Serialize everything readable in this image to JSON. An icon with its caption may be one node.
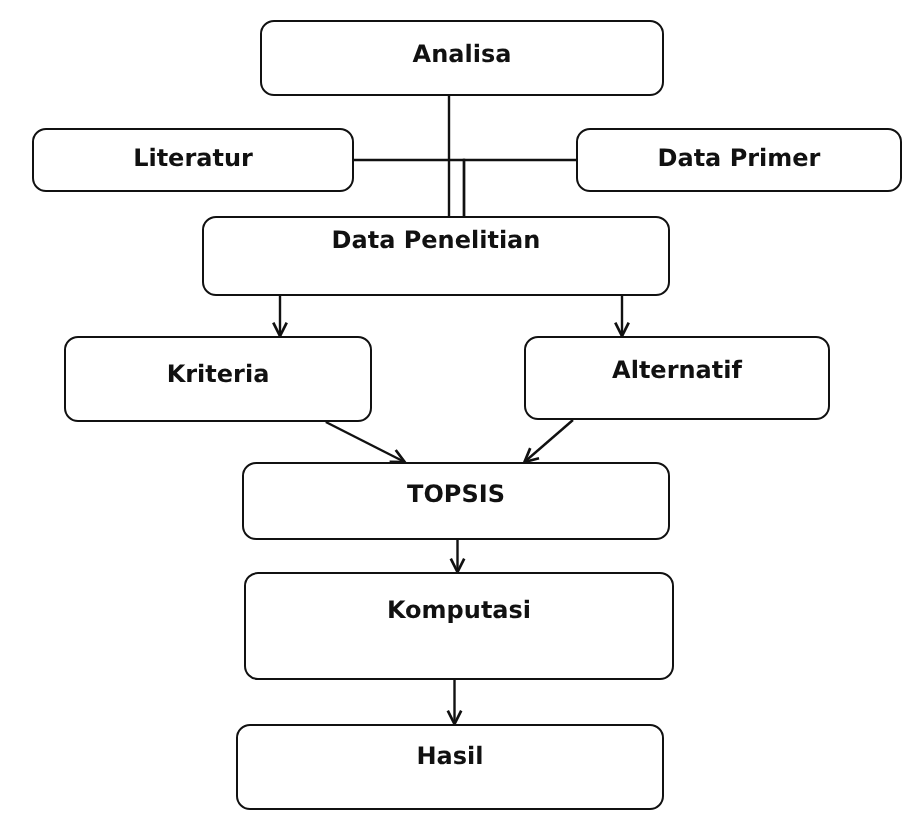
{
  "diagram": {
    "nodes": [
      {
        "text": [
          "Analisa"
        ]
      },
      {
        "text": [
          "Literatur"
        ]
      },
      {
        "text": [
          "Data Primer"
        ]
      },
      {
        "text": [
          "Data Penelitian"
        ]
      },
      {
        "text": [
          "Kriteria"
        ]
      },
      {
        "text": [
          "Alternatif"
        ]
      },
      {
        "text": [
          "TOPSIS"
        ]
      },
      {
        "text": [
          "Komputasi"
        ]
      },
      {
        "text": [
          "Hasil"
        ]
      }
    ],
    "edges": [
      {
        "from": 0,
        "to": 3,
        "arrow": "none"
      },
      {
        "from": 1,
        "to": 3,
        "arrow": "none"
      },
      {
        "from": 2,
        "to": 3,
        "arrow": "none"
      },
      {
        "from": 3,
        "to": 4,
        "arrow": "to"
      },
      {
        "from": 3,
        "to": 5,
        "arrow": "to"
      },
      {
        "from": 4,
        "to": 6,
        "arrow": "to"
      },
      {
        "from": 5,
        "to": 6,
        "arrow": "to"
      },
      {
        "from": 6,
        "to": 7,
        "arrow": "to"
      },
      {
        "from": 7,
        "to": 8,
        "arrow": "to"
      }
    ]
  }
}
